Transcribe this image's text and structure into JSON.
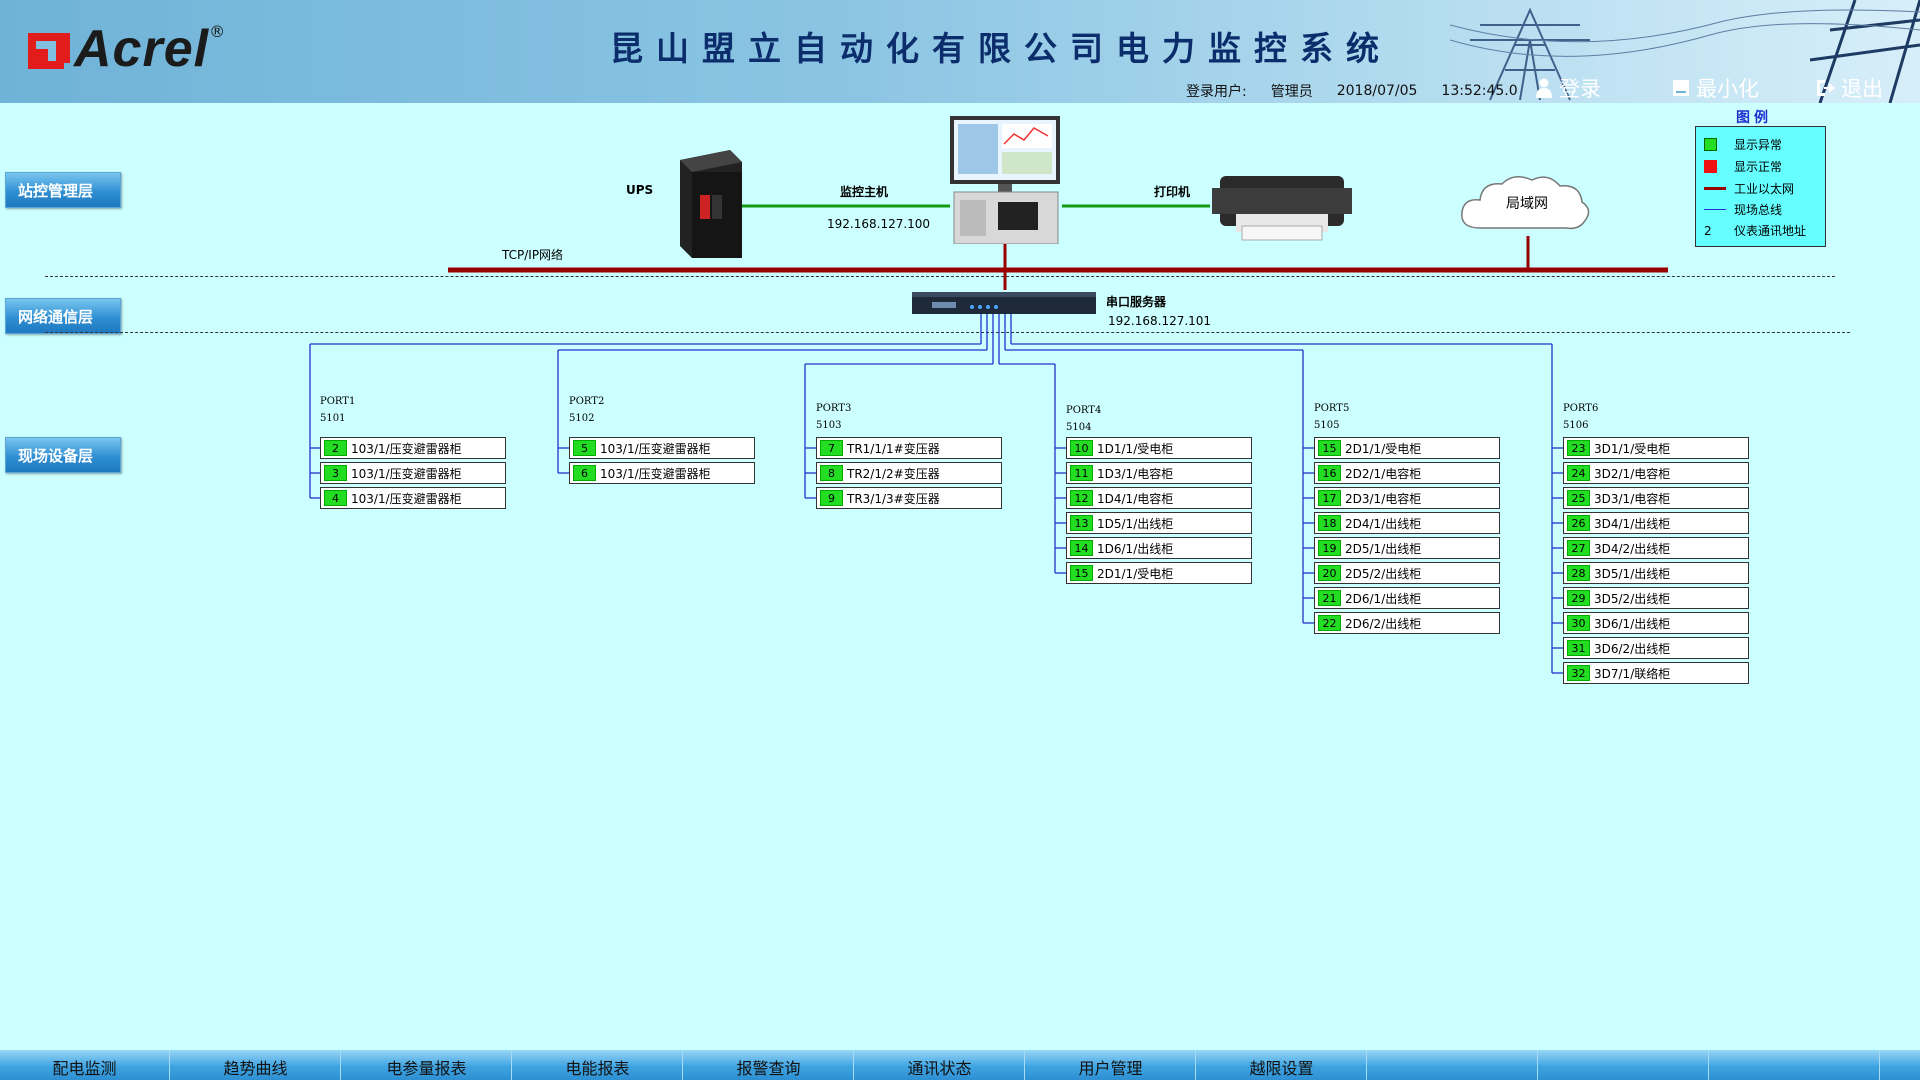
{
  "header": {
    "logo_text": "Acrel",
    "logo_reg": "®",
    "title": "昆山盟立自动化有限公司电力监控系统",
    "login_user_label": "登录用户:",
    "user": "管理员",
    "date": "2018/07/05",
    "time": "13:52:45.0",
    "login_btn": "登录",
    "minimize_btn": "最小化",
    "exit_btn": "退出"
  },
  "layers": {
    "station": "站控管理层",
    "network": "网络通信层",
    "field": "现场设备层"
  },
  "topology": {
    "ups_label": "UPS",
    "host_label": "监控主机",
    "host_ip": "192.168.127.100",
    "printer_label": "打印机",
    "lan_label": "局域网",
    "tcpip_label": "TCP/IP网络",
    "serial_label": "串口服务器",
    "serial_ip": "192.168.127.101"
  },
  "legend": {
    "title": "图例",
    "items": [
      {
        "text": "显示异常",
        "color": "#22dd22"
      },
      {
        "text": "显示正常",
        "color": "#ee1111"
      },
      {
        "text": "工业以太网",
        "color": "#990000"
      },
      {
        "text": "现场总线",
        "color": "#2233cc"
      },
      {
        "key": "2",
        "text": "仪表通讯地址"
      }
    ]
  },
  "ports": [
    {
      "name": "PORT1",
      "code": "5101",
      "devices": [
        {
          "num": "2",
          "name": "103/1/压变避雷器柜"
        },
        {
          "num": "3",
          "name": "103/1/压变避雷器柜"
        },
        {
          "num": "4",
          "name": "103/1/压变避雷器柜"
        }
      ]
    },
    {
      "name": "PORT2",
      "code": "5102",
      "devices": [
        {
          "num": "5",
          "name": "103/1/压变避雷器柜"
        },
        {
          "num": "6",
          "name": "103/1/压变避雷器柜"
        }
      ]
    },
    {
      "name": "PORT3",
      "code": "5103",
      "devices": [
        {
          "num": "7",
          "name": "TR1/1/1#变压器"
        },
        {
          "num": "8",
          "name": "TR2/1/2#变压器"
        },
        {
          "num": "9",
          "name": "TR3/1/3#变压器"
        }
      ]
    },
    {
      "name": "PORT4",
      "code": "5104",
      "devices": [
        {
          "num": "10",
          "name": "1D1/1/受电柜"
        },
        {
          "num": "11",
          "name": "1D3/1/电容柜"
        },
        {
          "num": "12",
          "name": "1D4/1/电容柜"
        },
        {
          "num": "13",
          "name": "1D5/1/出线柜"
        },
        {
          "num": "14",
          "name": "1D6/1/出线柜"
        },
        {
          "num": "15",
          "name": "2D1/1/受电柜"
        }
      ]
    },
    {
      "name": "PORT5",
      "code": "5105",
      "devices": [
        {
          "num": "15",
          "name": "2D1/1/受电柜"
        },
        {
          "num": "16",
          "name": "2D2/1/电容柜"
        },
        {
          "num": "17",
          "name": "2D3/1/电容柜"
        },
        {
          "num": "18",
          "name": "2D4/1/出线柜"
        },
        {
          "num": "19",
          "name": "2D5/1/出线柜"
        },
        {
          "num": "20",
          "name": "2D5/2/出线柜"
        },
        {
          "num": "21",
          "name": "2D6/1/出线柜"
        },
        {
          "num": "22",
          "name": "2D6/2/出线柜"
        }
      ]
    },
    {
      "name": "PORT6",
      "code": "5106",
      "devices": [
        {
          "num": "23",
          "name": "3D1/1/受电柜"
        },
        {
          "num": "24",
          "name": "3D2/1/电容柜"
        },
        {
          "num": "25",
          "name": "3D3/1/电容柜"
        },
        {
          "num": "26",
          "name": "3D4/1/出线柜"
        },
        {
          "num": "27",
          "name": "3D4/2/出线柜"
        },
        {
          "num": "28",
          "name": "3D5/1/出线柜"
        },
        {
          "num": "29",
          "name": "3D5/2/出线柜"
        },
        {
          "num": "30",
          "name": "3D6/1/出线柜"
        },
        {
          "num": "31",
          "name": "3D6/2/出线柜"
        },
        {
          "num": "32",
          "name": "3D7/1/联络柜"
        }
      ]
    }
  ],
  "nav": [
    "配电监测",
    "趋势曲线",
    "电参量报表",
    "电能报表",
    "报警查询",
    "通讯状态",
    "用户管理",
    "越限设置",
    "",
    "",
    ""
  ]
}
